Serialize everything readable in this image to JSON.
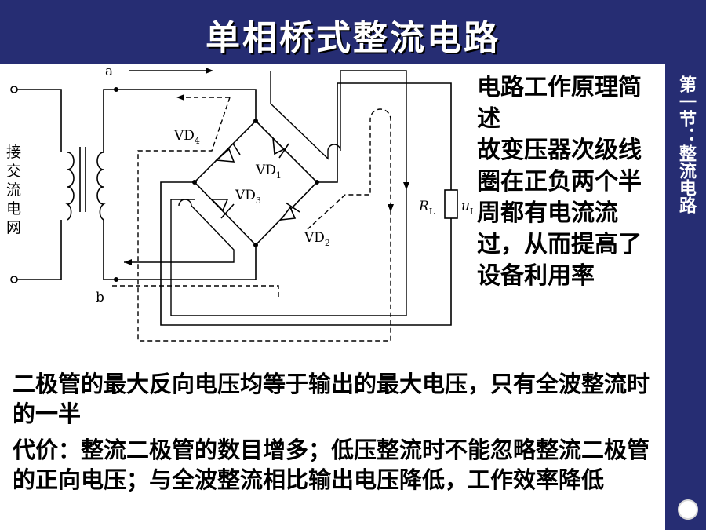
{
  "header": {
    "title": "单相桥式整流电路"
  },
  "sidebar": {
    "text": "第一节：整流电路"
  },
  "summary": {
    "heading": "电路工作原理简述",
    "body": "故变压器次级线圈在正负两个半周都有电流流过，从而提高了设备利用率"
  },
  "bottom": {
    "line1": "二极管的最大反向电压均等于输出的最大电压，只有全波整流时的一半",
    "line2": "代价：整流二极管的数目增多；低压整流时不能忽略整流二极管的正向电压；与全波整流相比输出电压降低，工作效率降低"
  },
  "diagram": {
    "source_label": [
      "接",
      "交",
      "流",
      "电",
      "网"
    ],
    "node_a": "a",
    "node_b": "b",
    "vd4": "VD",
    "vd4_sub": "4",
    "vd1": "VD",
    "vd1_sub": "1",
    "vd3": "VD",
    "vd3_sub": "3",
    "vd2": "VD",
    "vd2_sub": "2",
    "rl": "R",
    "rl_sub": "L",
    "ul": "u",
    "ul_sub": "L"
  }
}
